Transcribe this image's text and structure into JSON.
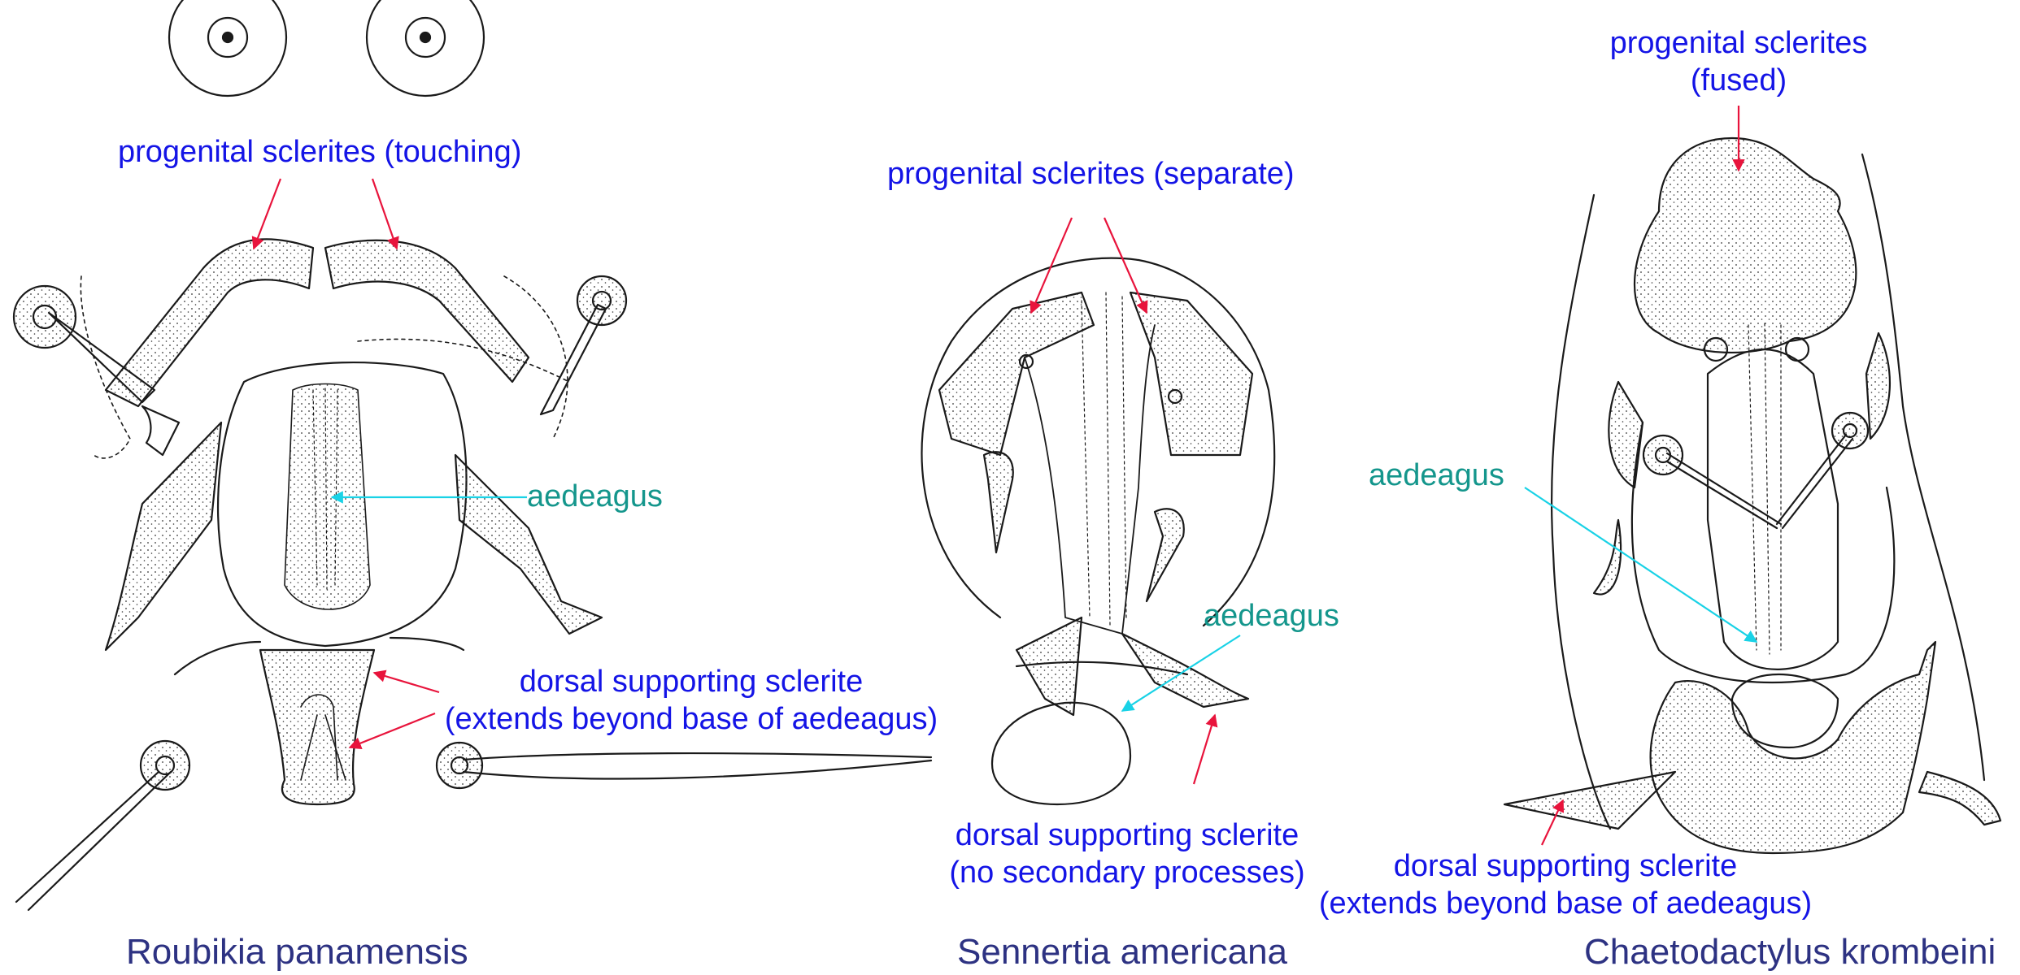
{
  "colors": {
    "label_blue": "#1414e6",
    "label_teal": "#14968c",
    "species_navy": "#2d3282",
    "arrow_red": "#e8143c",
    "arrow_cyan": "#19d2e6",
    "ink": "#1a1a1a"
  },
  "panels": {
    "roubikia": {
      "progenital": "progenital sclerites (touching)",
      "aedeagus": "aedeagus",
      "dorsal_line1": "dorsal supporting sclerite",
      "dorsal_line2": "(extends beyond base of aedeagus)",
      "species": "Roubikia panamensis"
    },
    "sennertia": {
      "progenital": "progenital sclerites (separate)",
      "aedeagus": "aedeagus",
      "dorsal_line1": "dorsal supporting sclerite",
      "dorsal_line2": "(no secondary processes)",
      "species": "Sennertia americana"
    },
    "chaetodactylus": {
      "progenital_line1": "progenital sclerites",
      "progenital_line2": "(fused)",
      "aedeagus": "aedeagus",
      "dorsal_line1": "dorsal supporting sclerite",
      "dorsal_line2": "(extends beyond base of aedeagus)",
      "species": "Chaetodactylus krombeini"
    }
  }
}
